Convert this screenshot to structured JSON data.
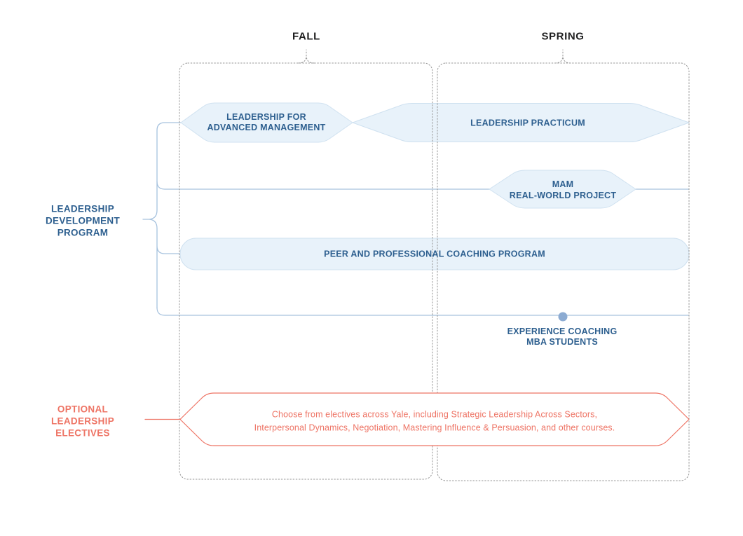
{
  "diagram": {
    "seasons": {
      "fall": "FALL",
      "spring": "SPRING"
    },
    "program_group": {
      "label_lines": [
        "LEADERSHIP",
        "DEVELOPMENT",
        "PROGRAM"
      ],
      "items": {
        "lam": {
          "lines": [
            "LEADERSHIP FOR",
            "ADVANCED MANAGEMENT"
          ]
        },
        "practicum": {
          "label": "LEADERSHIP PRACTICUM"
        },
        "mam": {
          "lines": [
            "MAM",
            "REAL-WORLD PROJECT"
          ]
        },
        "coaching": {
          "label": "PEER AND PROFESSIONAL COACHING PROGRAM"
        },
        "experience": {
          "lines": [
            "EXPERIENCE COACHING",
            "MBA STUDENTS"
          ]
        }
      }
    },
    "electives_group": {
      "label_lines": [
        "OPTIONAL",
        "LEADERSHIP",
        "ELECTIVES"
      ],
      "body_lines": [
        "Choose from electives across Yale, including Strategic Leadership Across Sectors,",
        "Interpersonal Dynamics, Negotiation, Mastering Influence & Persuasion, and other courses."
      ]
    }
  },
  "colors": {
    "blue_text": "#2d5f8f",
    "node_fill": "#e8f2fa",
    "node_stroke": "#cfe1f0",
    "connector_blue": "#a6c2de",
    "dot_blue": "#8cabd2",
    "accent_red": "#ee7465",
    "season_text": "#1e1e1f",
    "dotted_border": "#969696"
  }
}
